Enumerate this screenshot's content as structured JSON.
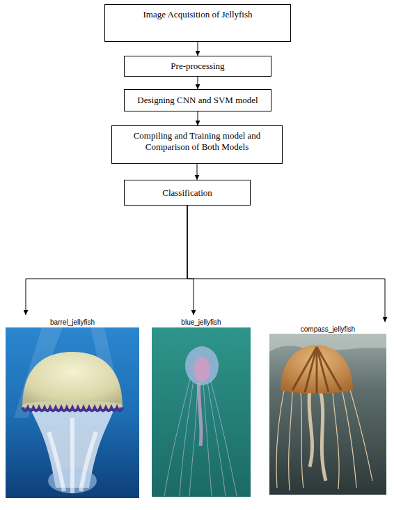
{
  "diagram": {
    "nodes": [
      {
        "text": [
          "Image Acquisition of Jellyfish"
        ]
      },
      {
        "text": [
          "Pre-processing"
        ]
      },
      {
        "text": [
          "Designing CNN and SVM model"
        ]
      },
      {
        "text": [
          "Compiling and Training model and Comparison of Both Models"
        ]
      },
      {
        "text": [
          "Classification"
        ]
      },
      {
        "text": [
          "barrel_jellyfish"
        ]
      },
      {
        "text": [
          "blue_jellyfish"
        ]
      },
      {
        "text": [
          "compass_jellyfish"
        ]
      }
    ],
    "edges": [
      {
        "from": 0,
        "to": 1,
        "arrow": "to"
      },
      {
        "from": 1,
        "to": 2,
        "arrow": "to"
      },
      {
        "from": 2,
        "to": 3,
        "arrow": "to"
      },
      {
        "from": 3,
        "to": 4,
        "arrow": "to"
      },
      {
        "from": 4,
        "to": 5,
        "arrow": "to"
      },
      {
        "from": 4,
        "to": 6,
        "arrow": "to"
      },
      {
        "from": 4,
        "to": 7,
        "arrow": "to"
      }
    ]
  }
}
